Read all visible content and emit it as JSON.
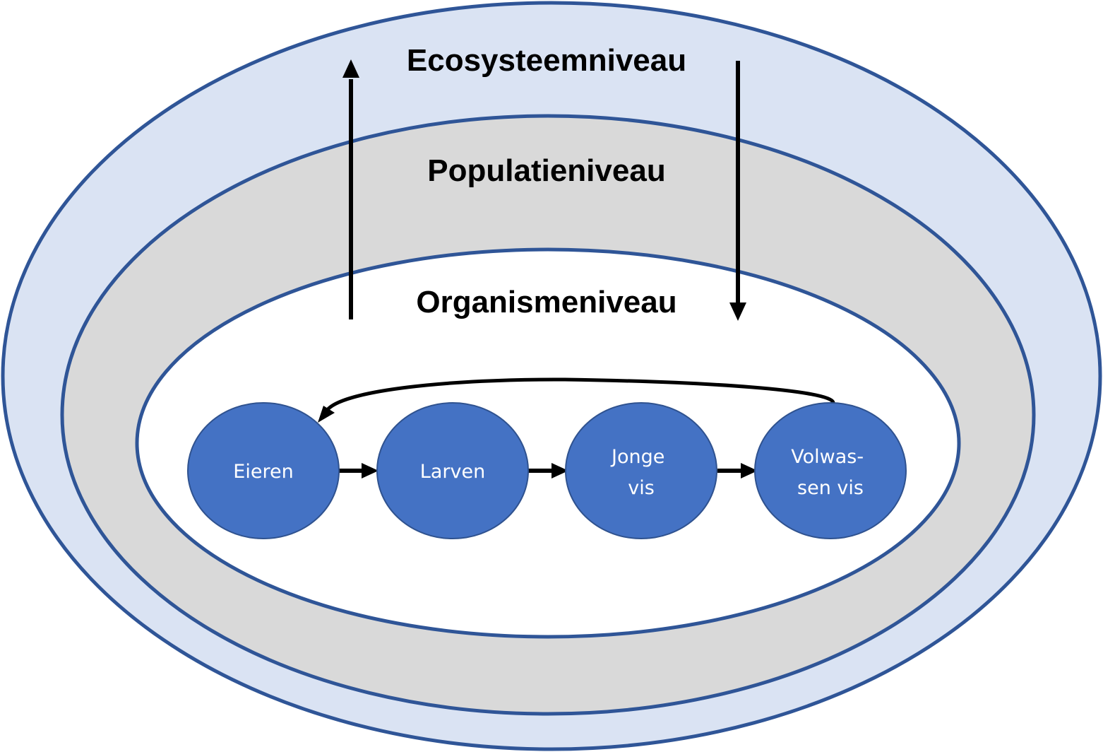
{
  "levels": {
    "ecosystem": "Ecosysteemniveau",
    "population": "Populatieniveau",
    "organism": "Organismeniveau"
  },
  "stages": [
    {
      "lines": [
        "Eieren"
      ]
    },
    {
      "lines": [
        "Larven"
      ]
    },
    {
      "lines": [
        "Jonge",
        "vis"
      ]
    },
    {
      "lines": [
        "Volwas-",
        "sen vis"
      ]
    }
  ],
  "colors": {
    "outer_fill": "#dae3f3",
    "middle_fill": "#d9d9d9",
    "inner_fill": "#ffffff",
    "ring_stroke": "#2f5597",
    "stage_fill": "#4472c4",
    "stage_stroke": "#2f528f",
    "stage_text": "#ffffff",
    "arrow": "#000000"
  },
  "icons": {
    "up_arrow": "arrow-up-icon",
    "down_arrow": "arrow-down-icon",
    "cycle_arrow": "cycle-return-arrow-icon",
    "flow_arrow": "arrow-right-icon"
  }
}
